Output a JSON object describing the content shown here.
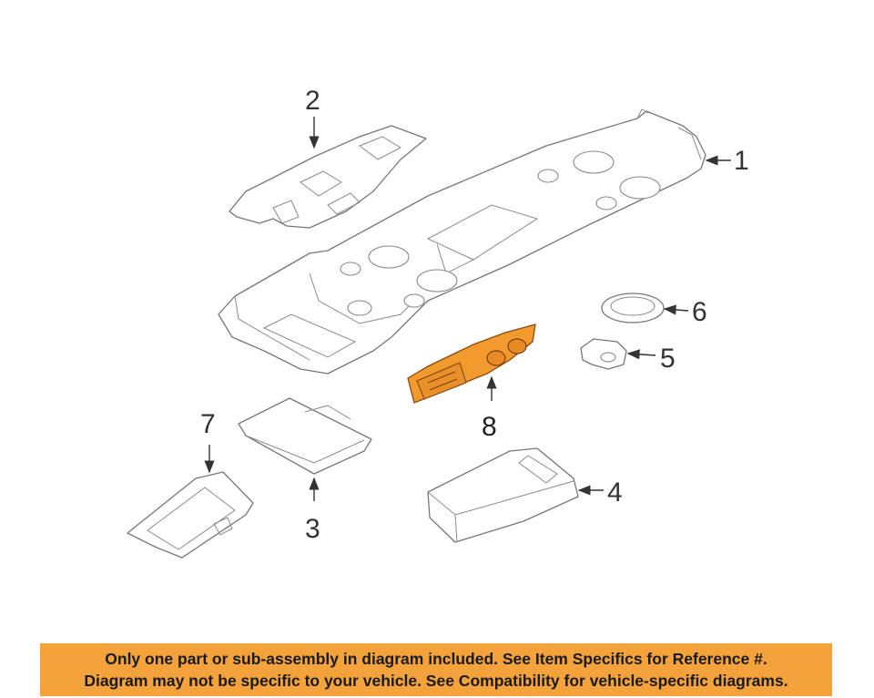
{
  "callouts": {
    "c1": "1",
    "c2": "2",
    "c3": "3",
    "c4": "4",
    "c5": "5",
    "c6": "6",
    "c7": "7",
    "c8": "8"
  },
  "colors": {
    "highlight": "#f29a2e",
    "banner": "#f4a33c"
  },
  "banner": {
    "line1": "Only one part or sub-assembly in diagram included. See Item Specifics for Reference #.",
    "line2": "Diagram may not be specific to your vehicle. See Compatibility for vehicle-specific diagrams."
  }
}
